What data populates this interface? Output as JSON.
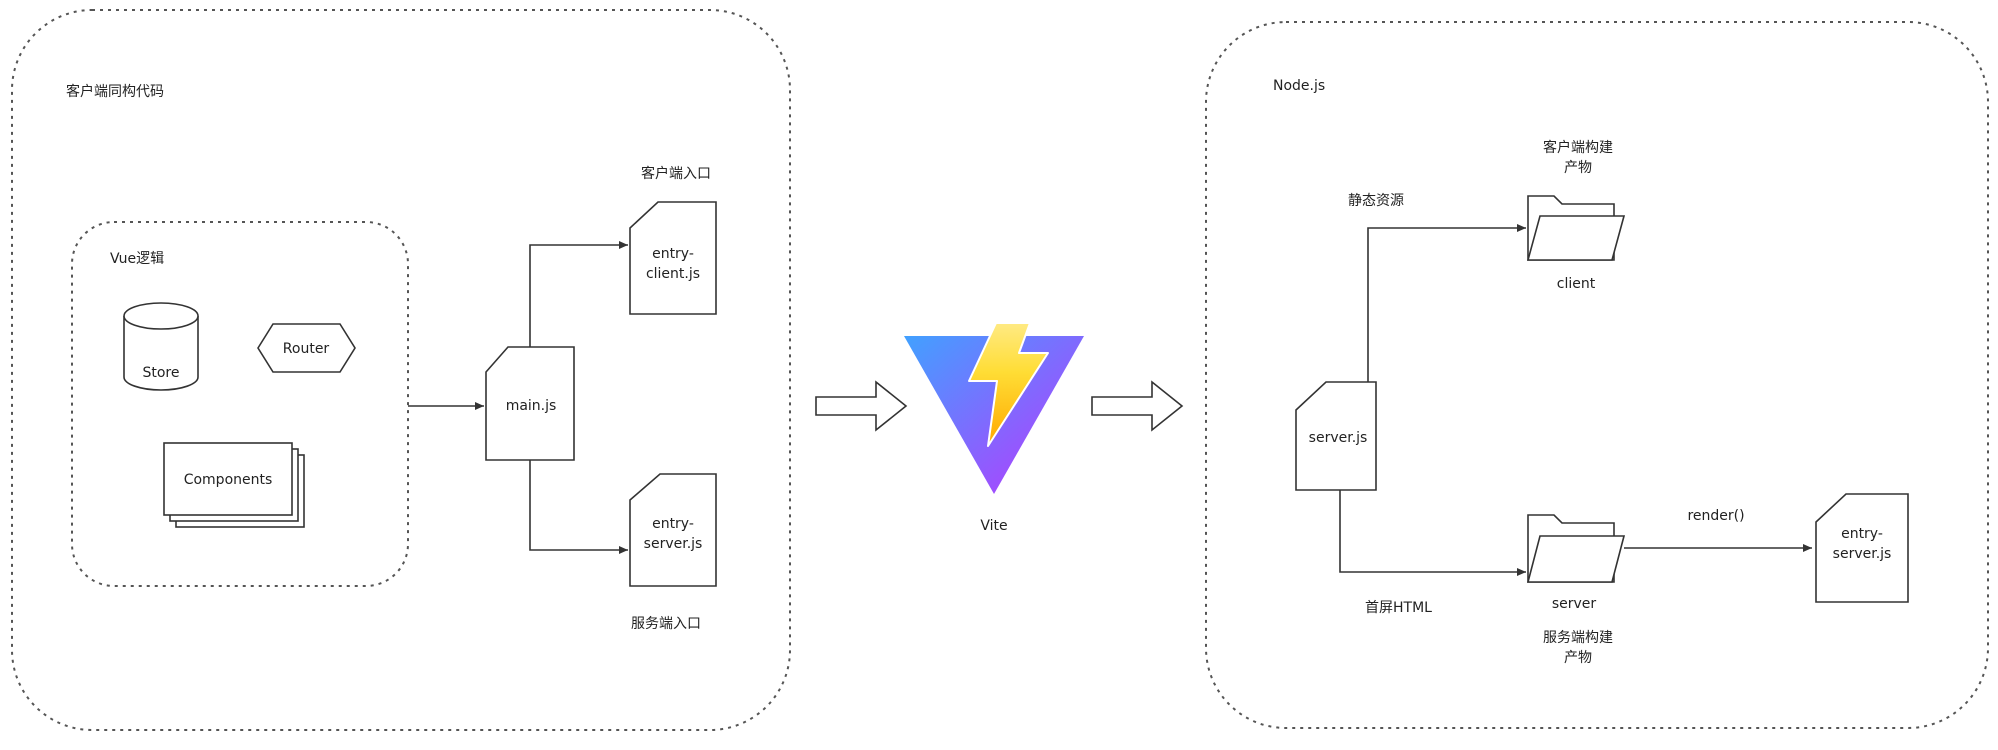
{
  "client_panel": {
    "title": "客户端同构代码",
    "vue_group": {
      "title": "Vue逻辑",
      "store": "Store",
      "router": "Router",
      "components": "Components"
    },
    "main_js": "main.js",
    "entry_client": {
      "caption": "客户端入口",
      "line1": "entry-",
      "line2": "client.js"
    },
    "entry_server": {
      "caption": "服务端入口",
      "line1": "entry-",
      "line2": "server.js"
    }
  },
  "vite": {
    "label": "Vite"
  },
  "node_panel": {
    "title": "Node.js",
    "server_js": "server.js",
    "static_label": "静态资源",
    "html_label": "首屏HTML",
    "client_folder": {
      "caption_line1": "客户端构建",
      "caption_line2": "产物",
      "name": "client"
    },
    "server_folder": {
      "name": "server",
      "caption_line1": "服务端构建",
      "caption_line2": "产物"
    },
    "render_label": "render()",
    "entry_server": {
      "line1": "entry-",
      "line2": "server.js"
    }
  },
  "colors": {
    "vite_blue": "#41a1ff",
    "vite_purple": "#bd34fe",
    "bolt_yellow": "#ffdd35",
    "bolt_orange": "#ffa800",
    "stroke": "#333333"
  }
}
